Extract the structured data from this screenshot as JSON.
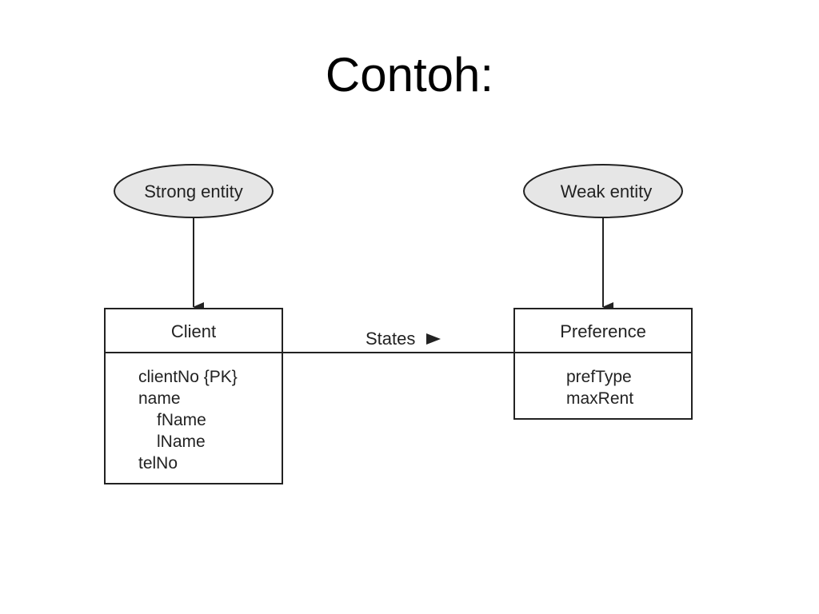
{
  "title": "Contoh:",
  "colors": {
    "ellipse_fill": "#e6e6e6",
    "stroke": "#222222",
    "text": "#222222"
  },
  "callouts": {
    "strong": "Strong entity",
    "weak": "Weak entity"
  },
  "entities": {
    "client": {
      "name": "Client",
      "attributes": [
        "clientNo {PK}",
        "name",
        "fName",
        "lName",
        "telNo"
      ]
    },
    "preference": {
      "name": "Preference",
      "attributes": [
        "prefType",
        "maxRent"
      ]
    }
  },
  "relationship": {
    "label": "States",
    "direction_icon": "right-triangle-icon"
  }
}
